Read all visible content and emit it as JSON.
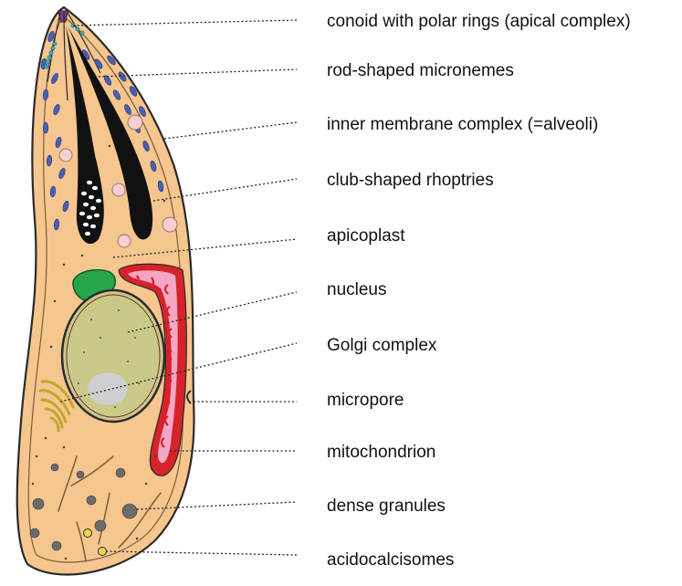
{
  "labels": [
    "conoid with polar rings (apical complex)",
    "rod-shaped micronemes",
    "inner membrane complex (=alveoli)",
    "club-shaped rhoptries",
    "apicoplast",
    "nucleus",
    "Golgi complex",
    "micropore",
    "mitochondrion",
    "dense granules",
    "acidocalcisomes"
  ],
  "colors": {
    "cytoplasm": "#f6c68f",
    "outline": "#2a2a2a",
    "microneme": "#4a5fb0",
    "rhoptry": "#111111",
    "vesicle": "#f7cfd0",
    "apicoplast": "#27a54a",
    "nucleus": "#c9c98a",
    "nucleolus": "#cfcfcf",
    "mitochondrion_outer": "#d6222a",
    "mitochondrion_inner": "#f5a6c4",
    "golgi": "#d6c24a",
    "dense_granule": "#6b6b6b",
    "acidocalcisome": "#e8d84a",
    "conoid": "#3aa7b0"
  }
}
